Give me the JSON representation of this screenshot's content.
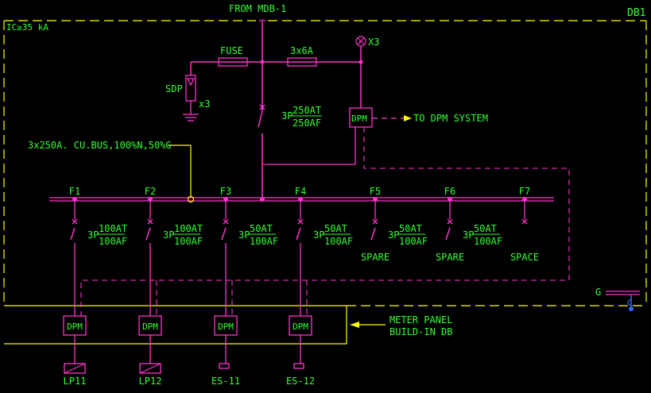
{
  "colors": {
    "background": "#000000",
    "frame": "#ffff00",
    "conductor": "#ff33cc",
    "text": "#33ff33",
    "marker": "#3366ff"
  },
  "source": "FROM MDB-1",
  "panel_name": "DB1",
  "fault_level": "IC≥35 kA",
  "fuse_label": "FUSE",
  "pt_rating": "3x6A",
  "lamp_count": "X3",
  "sdp_label": "SDP",
  "sdp_count": "x3",
  "main_breaker": {
    "poles": "3P",
    "trip": "250AT",
    "frame": "250AF"
  },
  "dpm_label": "DPM",
  "dpm_link": "TO DPM SYSTEM",
  "bus_label": "3x250A. CU.BUS,100%N,50%G",
  "feeders": [
    {
      "id": "F1",
      "poles": "3P",
      "trip": "100AT",
      "frame": "100AF",
      "note": "",
      "load": "LP11"
    },
    {
      "id": "F2",
      "poles": "3P",
      "trip": "100AT",
      "frame": "100AF",
      "note": "",
      "load": "LP12"
    },
    {
      "id": "F3",
      "poles": "3P",
      "trip": "50AT",
      "frame": "100AF",
      "note": "",
      "load": "ES-11"
    },
    {
      "id": "F4",
      "poles": "3P",
      "trip": "50AT",
      "frame": "100AF",
      "note": "",
      "load": "ES-12"
    },
    {
      "id": "F5",
      "poles": "3P",
      "trip": "50AT",
      "frame": "100AF",
      "note": "SPARE",
      "load": ""
    },
    {
      "id": "F6",
      "poles": "3P",
      "trip": "50AT",
      "frame": "100AF",
      "note": "SPARE",
      "load": ""
    },
    {
      "id": "F7",
      "poles": "",
      "trip": "",
      "frame": "",
      "note": "SPACE",
      "load": ""
    }
  ],
  "meter_panel": {
    "line1": "METER PANEL",
    "line2": "BUILD-IN DB"
  },
  "ground_label": "G"
}
